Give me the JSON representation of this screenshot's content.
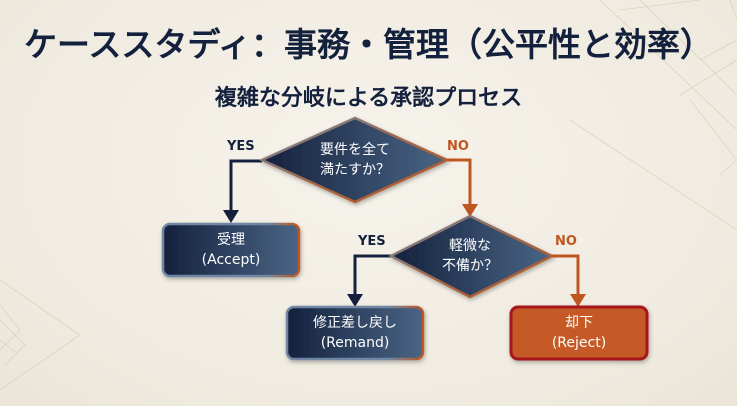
{
  "slide": {
    "title": "ケーススタディ：事務・管理（公平性と効率）",
    "subtitle": "複雑な分岐による承認プロセス"
  },
  "flowchart": {
    "decisions": [
      {
        "id": "d1",
        "line1": "要件を全て",
        "line2": "満たすか？"
      },
      {
        "id": "d2",
        "line1": "軽微な",
        "line2": "不備か？"
      }
    ],
    "outcomes": [
      {
        "id": "accept",
        "line1": "受理",
        "line2": "(Accept)"
      },
      {
        "id": "remand",
        "line1": "修正差し戻し",
        "line2": "(Remand)"
      },
      {
        "id": "reject",
        "line1": "却下",
        "line2": "(Reject)"
      }
    ],
    "edge_labels": {
      "d1_yes": "YES",
      "d1_no": "NO",
      "d2_yes": "YES",
      "d2_no": "NO"
    },
    "colors": {
      "navy": "#14213d",
      "navy_light": "#4a6585",
      "orange": "#c0561f",
      "reject_fill": "#c65a28",
      "reject_border": "#a8161a",
      "background": "#f3efe6"
    }
  }
}
